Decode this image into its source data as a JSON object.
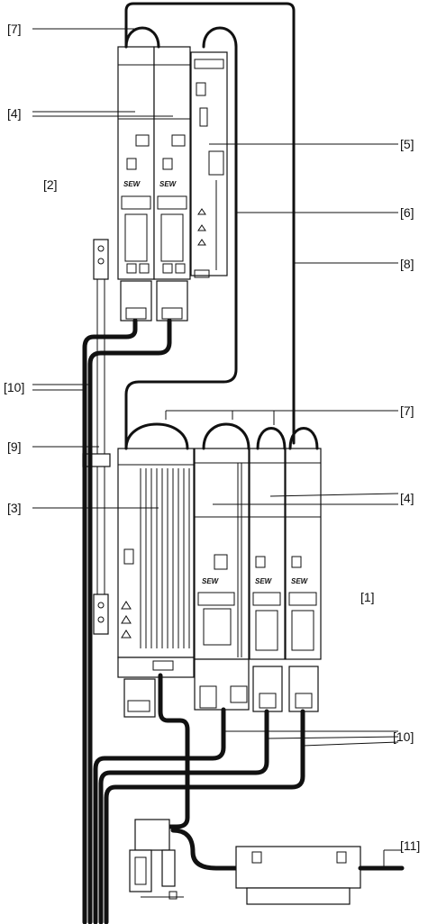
{
  "labels": {
    "l7_top": "[7]",
    "l4_top": "[4]",
    "l2": "[2]",
    "l5": "[5]",
    "l6": "[6]",
    "l8": "[8]",
    "l10_left": "[10]",
    "l7_mid": "[7]",
    "l9": "[9]",
    "l3": "[3]",
    "l4_mid": "[4]",
    "l1": "[1]",
    "l10_right": "[10]",
    "l11": "[11]"
  },
  "module_brand": "SEW",
  "colors": {
    "line": "#111111",
    "background": "#ffffff"
  }
}
